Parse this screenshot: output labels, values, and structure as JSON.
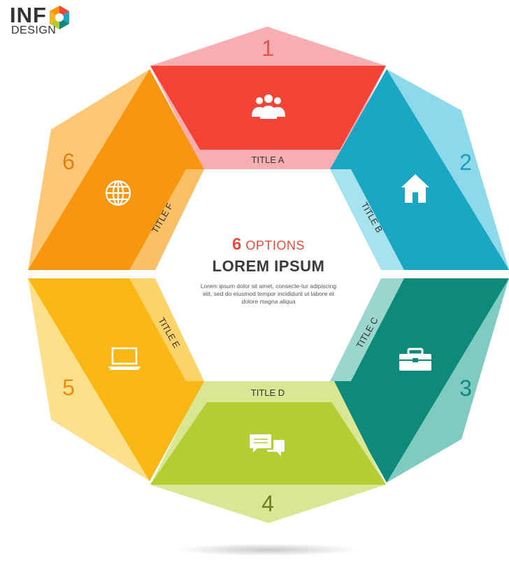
{
  "logo": {
    "word1": "INF",
    "word2": "DESIGN"
  },
  "center": {
    "count": "6",
    "count_suffix": "OPTIONS",
    "title": "LOREM IPSUM",
    "body": "Lorem ipsum dolor sit amet, consecte-tur adipiscing elit, sed do eiusmod tempor incididunt ut labore et dolore magna aliqua"
  },
  "segments": [
    {
      "number": "1",
      "title": "TITLE A",
      "icon": "people-icon",
      "color": "#f44336"
    },
    {
      "number": "2",
      "title": "TITLE B",
      "icon": "home-icon",
      "color": "#1aa7c4"
    },
    {
      "number": "3",
      "title": "TITLE C",
      "icon": "briefcase-icon",
      "color": "#0e8a7a"
    },
    {
      "number": "4",
      "title": "TITLE D",
      "icon": "chat-icon",
      "color": "#b5cc32"
    },
    {
      "number": "5",
      "title": "TITLE E",
      "icon": "laptop-icon",
      "color": "#fbb714"
    },
    {
      "number": "6",
      "title": "TITLE F",
      "icon": "globe-icon",
      "color": "#f9960d"
    }
  ]
}
